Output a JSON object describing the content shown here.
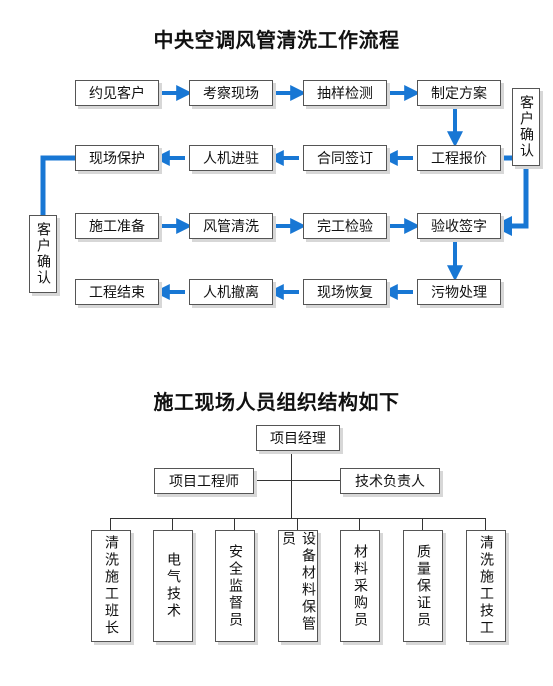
{
  "titles": {
    "flow": "中央空调风管清洗工作流程",
    "org": "施工现场人员组织结构如下"
  },
  "flow": {
    "row1": [
      "约见客户",
      "考察现场",
      "抽样检测",
      "制定方案"
    ],
    "row2": [
      "现场保护",
      "人机进驻",
      "合同签订",
      "工程报价"
    ],
    "row3": [
      "施工准备",
      "风管清洗",
      "完工检验",
      "验收签字"
    ],
    "row4": [
      "工程结束",
      "人机撤离",
      "现场恢复",
      "污物处理"
    ],
    "confirm_right": "客户确认",
    "confirm_left": "客户确认"
  },
  "org": {
    "manager": "项目经理",
    "engineer": "项目工程师",
    "tech_lead": "技术负责人",
    "departments": [
      "清洗施工班长",
      "电气技术",
      "安全监督员",
      "设备材料保管员",
      "材料采购员",
      "质量保证员",
      "清洗施工技工"
    ]
  },
  "colors": {
    "arrow": "#1877d4",
    "box_border": "#555555",
    "shadow": "#d7d7d7"
  }
}
